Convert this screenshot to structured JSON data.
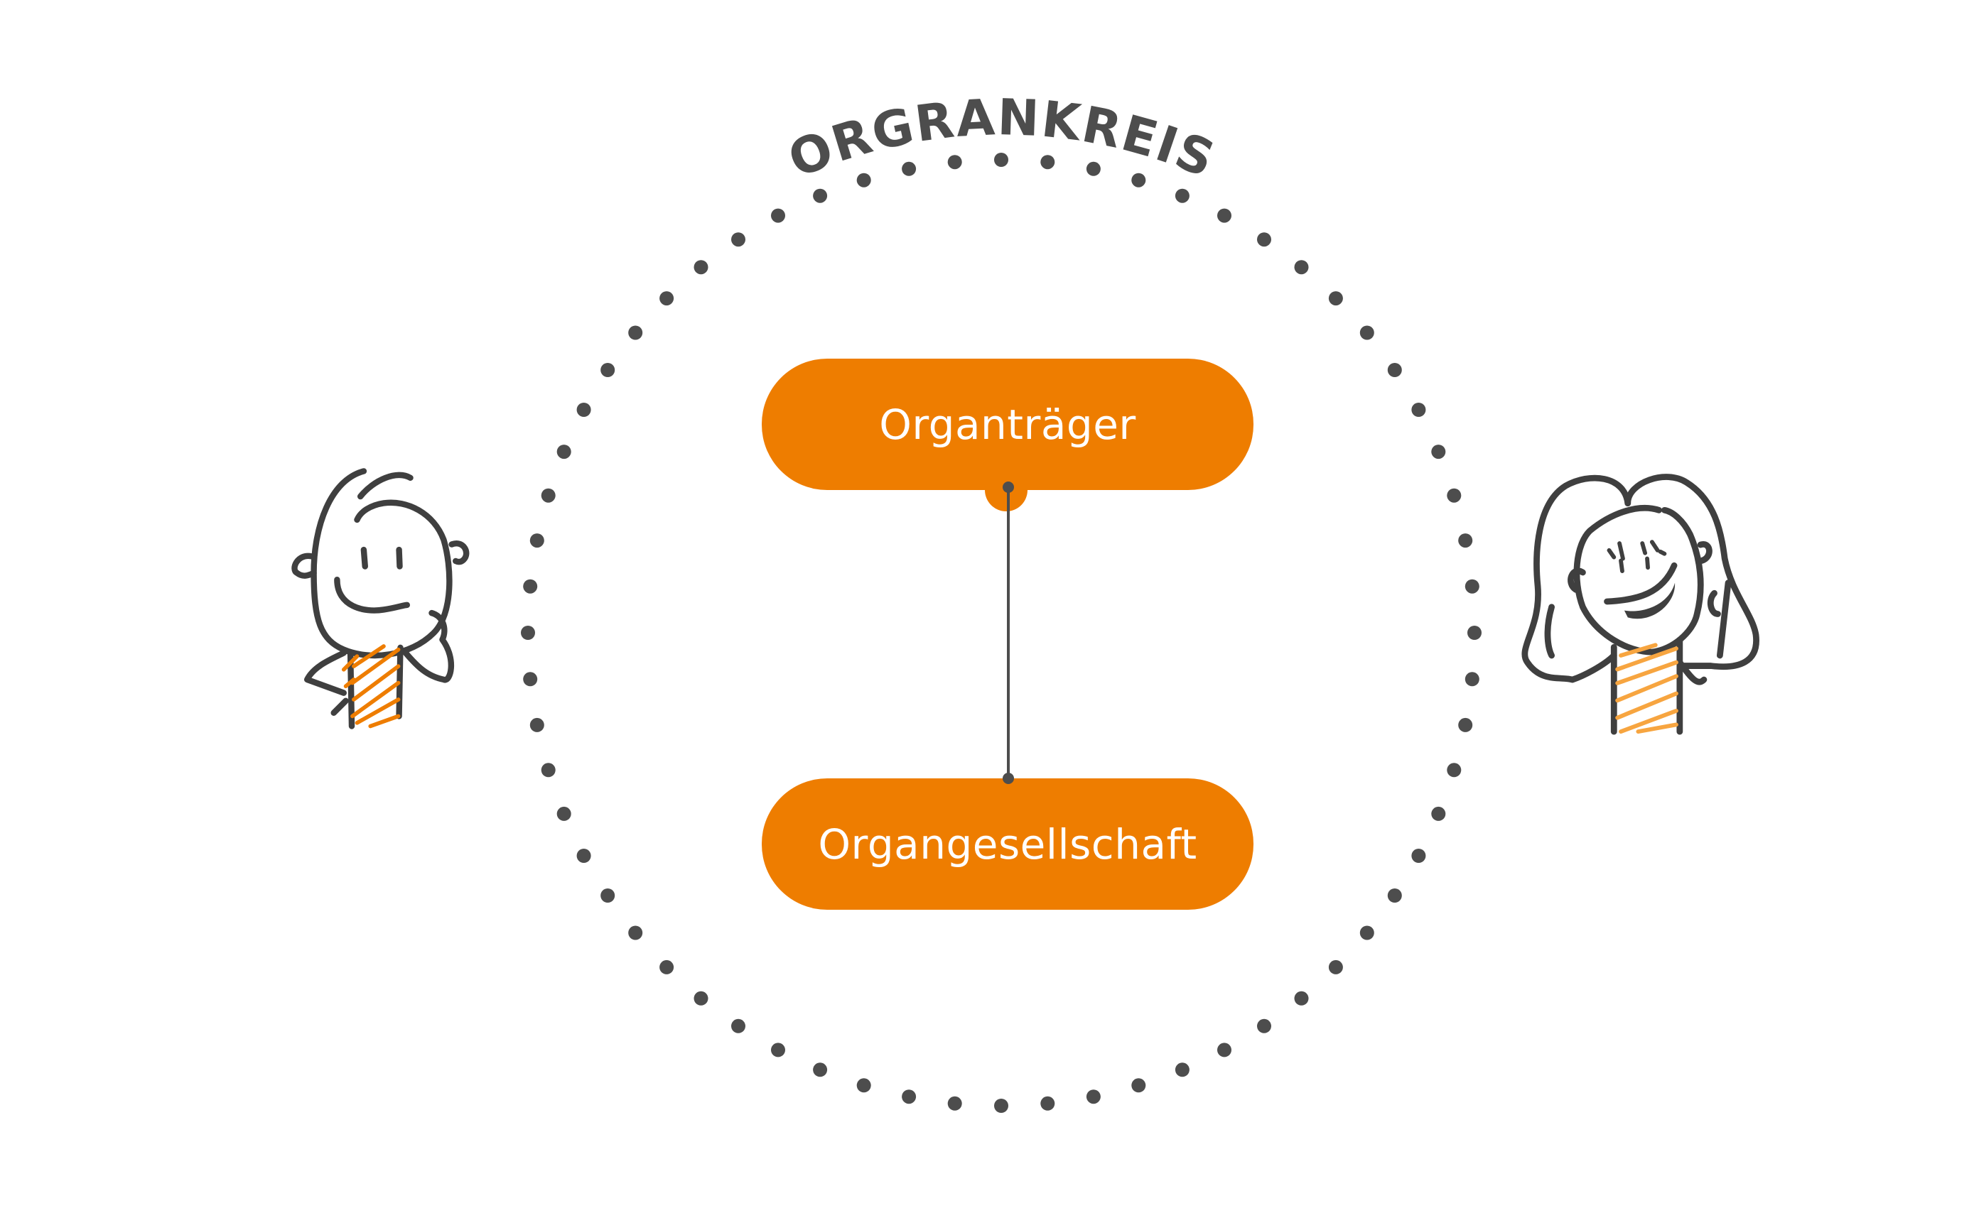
{
  "diagram": {
    "circle_label": "ORGRANKREIS",
    "nodes": [
      {
        "id": "top",
        "label": "Organträger"
      },
      {
        "id": "bottom",
        "label": "Organgesellschaft"
      }
    ],
    "edges": [
      {
        "from": "top",
        "to": "bottom"
      }
    ],
    "figures": [
      {
        "id": "left",
        "description": "thinking-man-sketch"
      },
      {
        "id": "right",
        "description": "smiling-woman-sketch"
      }
    ]
  },
  "colors": {
    "accent": "#ee7d00",
    "ink": "#4d4d4d",
    "background": "#ffffff"
  }
}
